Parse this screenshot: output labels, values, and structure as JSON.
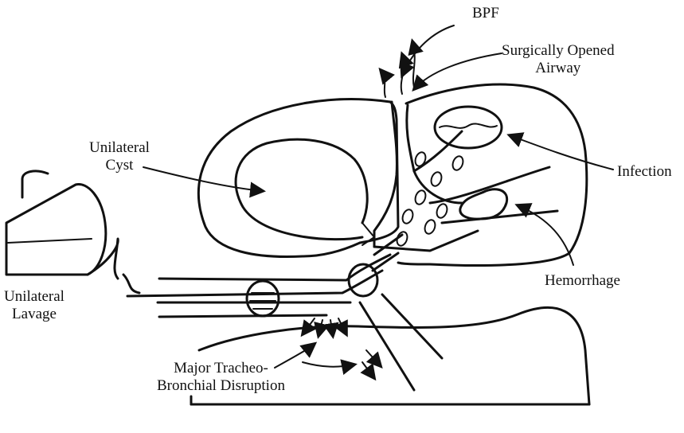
{
  "labels": {
    "bpf": "BPF",
    "surgically_opened_airway": "Surgically Opened\nAirway",
    "unilateral_cyst": "Unilateral\nCyst",
    "infection": "Infection",
    "hemorrhage": "Hemorrhage",
    "unilateral_lavage": "Unilateral\nLavage",
    "major_disruption": "Major Tracheo-\nBronchial Disruption"
  }
}
